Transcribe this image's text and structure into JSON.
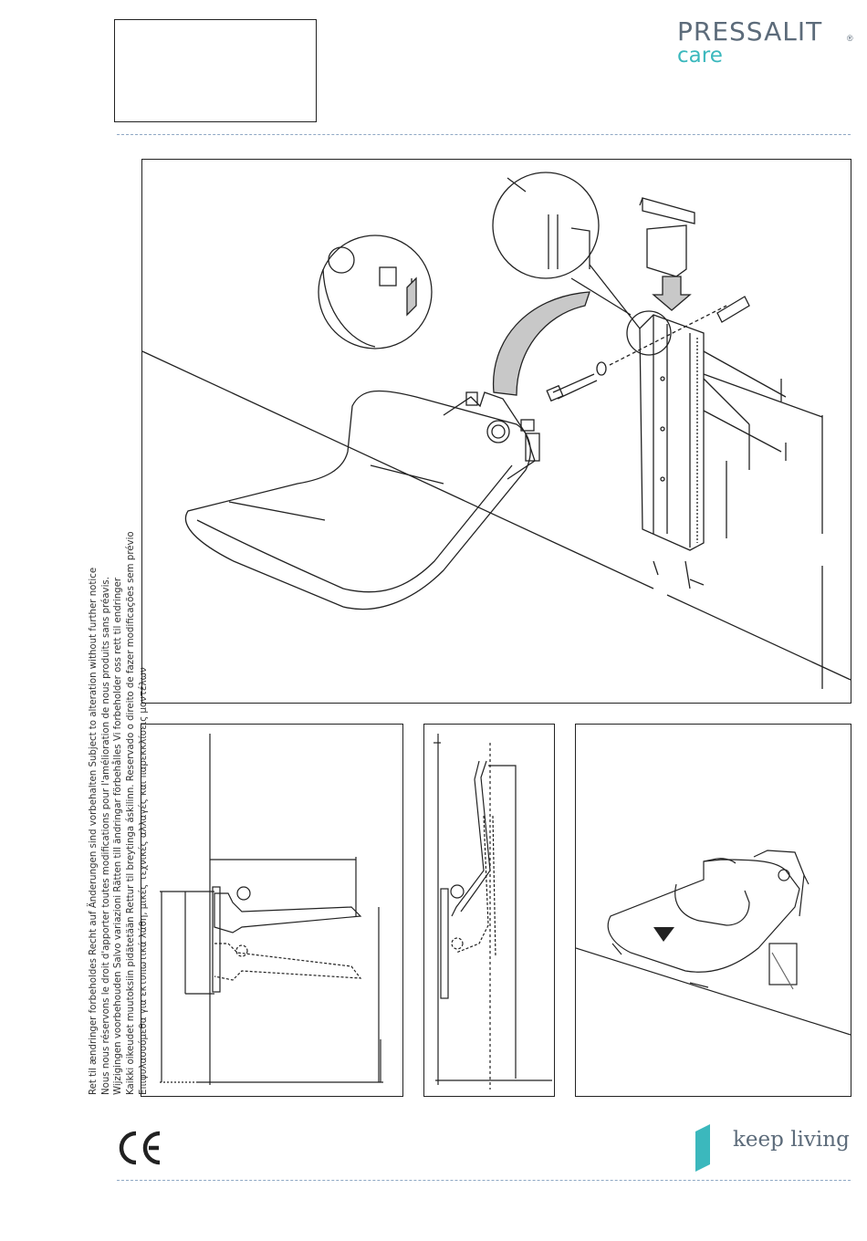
{
  "logo": {
    "brand": "PRESSALIT",
    "registered": "®",
    "sub": "care",
    "brand_color": "#5c6b7a",
    "accent_color": "#3bb8bd"
  },
  "disclaimer": [
    "Ret til ændringer forbeholdes  Recht auf Änderungen sind vorbehalten   Subject to alteration without further notice",
    "Nous nous réservons le droit d'apporter toutes modifications pour l'amélioration de nous produits sans préavis.",
    "Wijzigingen voorbehouden  Salvo variazioni  Rätten till ändringar förbehålles  Vi forbeholder oss rett til endringer",
    "Kaikki oikeudet muutoksiin pidätetään  Rettur til breytinga áskilinn. Reservado o direito de fazer modificações sem prévio",
    "Επιφυλασσόμεθα για εκτυπωτικά λάθη, μικές τεχνικές αλλαγές και παρεκκλίσεις μοντέλων"
  ],
  "footer": {
    "ce_mark": "ce-mark-icon",
    "tagline": "keep living"
  }
}
